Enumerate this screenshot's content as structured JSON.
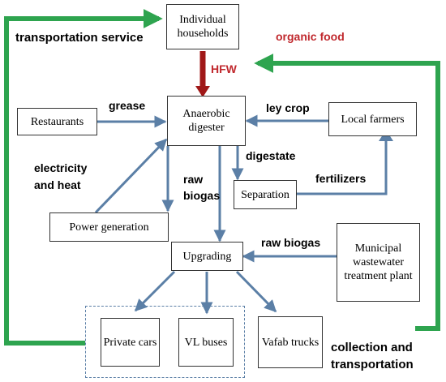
{
  "nodes": {
    "households": "Individual households",
    "restaurants": "Restaurants",
    "digester": "Anaerobic digester",
    "farmers": "Local farmers",
    "separation": "Separation",
    "power": "Power generation",
    "upgrading": "Upgrading",
    "wastewater": "Municipal wastewater treatment plant",
    "cars": "Private cars",
    "buses": "VL buses",
    "trucks": "Vafab trucks"
  },
  "labels": {
    "transport_service": "transportation service",
    "organic_food": "organic food",
    "hfw": "HFW",
    "grease": "grease",
    "ley_crop": "ley crop",
    "electricity": "electricity and heat",
    "digestate": "digestate",
    "raw_biogas_1": "raw biogas",
    "fertilizers": "fertilizers",
    "raw_biogas_2": "raw biogas",
    "collection": "collection and transportation"
  },
  "colors": {
    "green_flow": "#2ea44f",
    "blue_flow": "#5b7fa6",
    "hfw_arrow": "#a01818",
    "organic_text": "#c0282d"
  }
}
